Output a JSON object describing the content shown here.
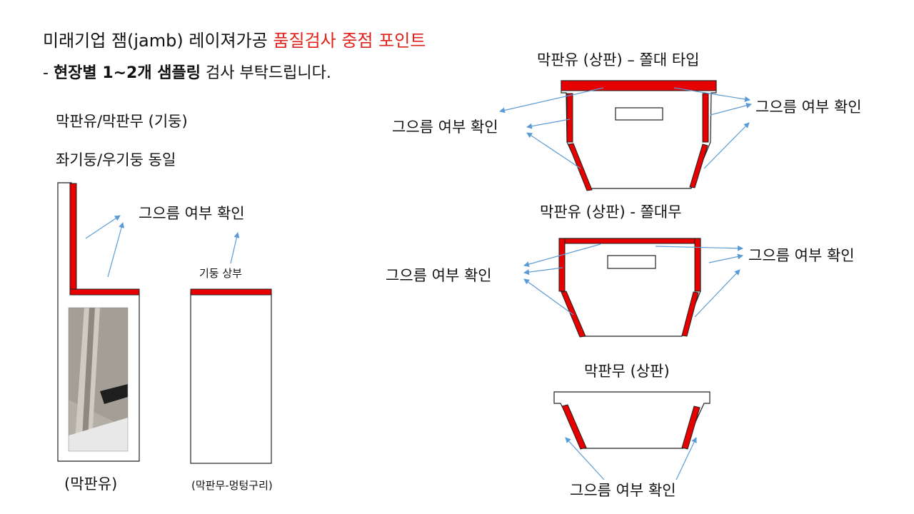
{
  "header": {
    "title_prefix": "미래기업 잼(jamb) 레이져가공 ",
    "title_highlight": "품질검사 중점 포인트",
    "subtitle_dash": "- ",
    "subtitle_bold": "현장별 1~2개 샘플링",
    "subtitle_rest": " 검사 부탁드립니다."
  },
  "left_panel": {
    "heading1": "막판유/막판무 (기둥)",
    "heading2": "좌기둥/우기둥 동일",
    "check_label": "그으름 여부 확인",
    "pillar_top_label": "기둥 상부",
    "caption_left": "(막판유)",
    "caption_right": "(막판무-멍텅구리)"
  },
  "right_panel": {
    "diagram1": {
      "title": "막판유 (상판) – 쫄대 타입",
      "check_left": "그으름 여부 확인",
      "check_right": "그으름 여부 확인"
    },
    "diagram2": {
      "title": "막판유 (상판) - 쫄대무",
      "check_left": "그으름 여부 확인",
      "check_right": "그으름 여부 확인"
    },
    "diagram3": {
      "title": "막판무 (상판)",
      "check_bottom": "그으름 여부 확인"
    }
  },
  "colors": {
    "highlight_text": "#e0201b",
    "red_edge": "#e60000",
    "arrow": "#5b9bd5",
    "outline": "#222222"
  }
}
